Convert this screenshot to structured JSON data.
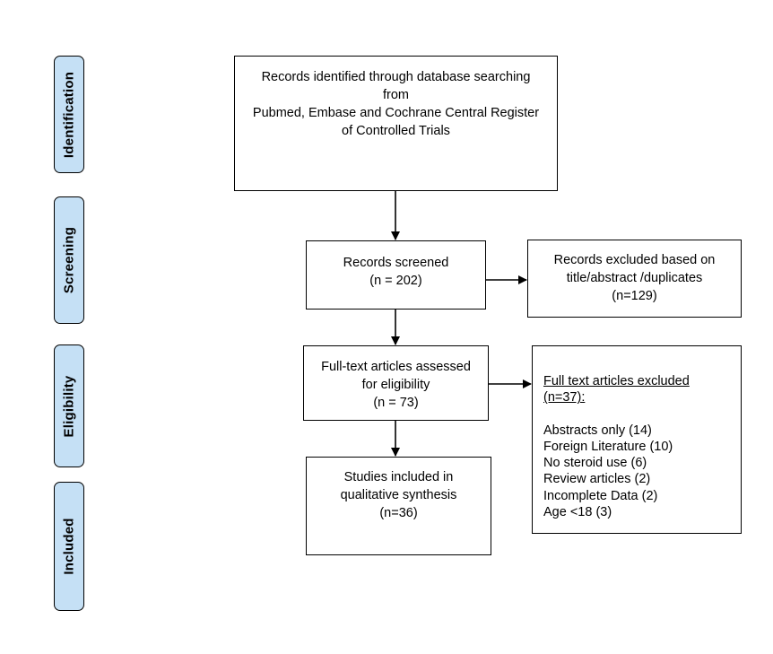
{
  "stages": {
    "identification": "Identification",
    "screening": "Screening",
    "eligibility": "Eligibility",
    "included": "Included"
  },
  "boxes": {
    "identified": {
      "lines": [
        "Records identified through database searching",
        "from",
        "Pubmed, Embase and Cochrane Central Register",
        "of Controlled Trials"
      ]
    },
    "screened": {
      "lines": [
        "Records screened",
        "(n = 202)"
      ]
    },
    "excluded_screen": {
      "lines": [
        "Records excluded based on",
        "title/abstract /duplicates",
        "(n=129)"
      ]
    },
    "assessed": {
      "lines": [
        "Full-text articles assessed",
        "for eligibility",
        "(n = 73)"
      ]
    },
    "excluded_fulltext": {
      "heading": [
        "Full text articles excluded",
        "(n=37):"
      ],
      "items": [
        "Abstracts only (14)",
        "Foreign Literature (10)",
        "No steroid use (6)",
        "Review articles (2)",
        "Incomplete Data (2)",
        "Age <18 (3)"
      ]
    },
    "included": {
      "lines": [
        "Studies included in",
        "qualitative synthesis",
        "(n=36)"
      ]
    }
  }
}
